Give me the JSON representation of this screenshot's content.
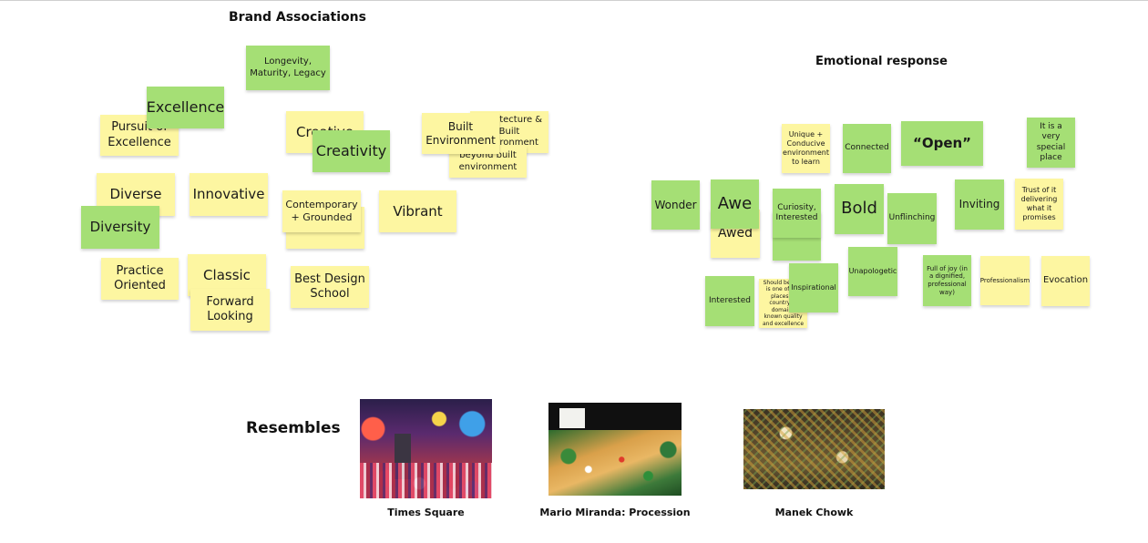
{
  "colors": {
    "yellow": "#fdf6a1",
    "green": "#a5df75",
    "background": "#ffffff"
  },
  "headings": {
    "brand": "Brand Associations",
    "emotional": "Emotional response",
    "resembles": "Resembles"
  },
  "brand_notes": {
    "longevity": "Longevity, Maturity, Legacy",
    "pursuit": "Pursuit of Excellence",
    "excellence": "Excellence",
    "creative": "Creative",
    "creativity": "Creativity",
    "architecture": "Architecture & Built Environment",
    "beyond_built": "beyond built environment",
    "built_environment": "Built Environment",
    "diverse": "Diverse",
    "innovative": "Innovative",
    "diversity": "Diversity",
    "contemporary": "Contemporary + Grounded",
    "vibrant": "Vibrant",
    "practice": "Practice Oriented",
    "classic": "Classic",
    "forward": "Forward Looking",
    "best_design": "Best Design School"
  },
  "emotion_notes": {
    "unique": "Unique + Conducive environment to learn",
    "connected": "Connected",
    "open": "“Open”",
    "special_place": "It is a very special place",
    "wonder": "Wonder",
    "awe": "Awe",
    "awed": "Awed",
    "curiosity": "Curiosity, Interested",
    "bold": "Bold",
    "unflinching": "Unflinching",
    "inviting": "Inviting",
    "trust": "Trust of it delivering what it promises",
    "unapologetic": "Unapologetic",
    "interested": "Interested",
    "should_be": "Should be to it is one of the places in country in domains known quality and excellence",
    "inspirational": "Inspirational",
    "joy": "Full of joy (in a dignified, professional way)",
    "professionalism": "Professionalism",
    "evocation": "Evocation"
  },
  "images": {
    "times_square": "Times Square",
    "procession": "Mario Miranda: Procession",
    "manek_chowk": "Manek Chowk"
  }
}
